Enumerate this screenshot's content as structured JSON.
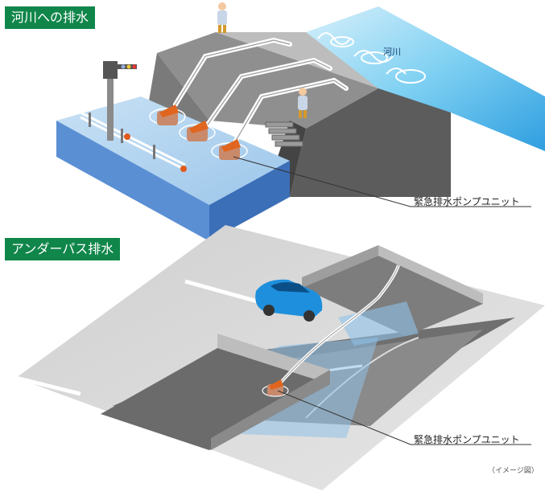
{
  "section1": {
    "title": "河川への排水",
    "river_label": "河川",
    "callout": "緊急排水ポンプユニット"
  },
  "section2": {
    "title": "アンダーパス排水",
    "callout": "緊急排水ポンプユニット"
  },
  "footnote": "（イメージ図）",
  "colors": {
    "heading_bg": "#10864a",
    "water": "#8fc1e8",
    "water_dark": "#3d7cc7",
    "concrete": "#b8b8b8",
    "pump": "#e0651e",
    "car": "#1e8fdc"
  }
}
